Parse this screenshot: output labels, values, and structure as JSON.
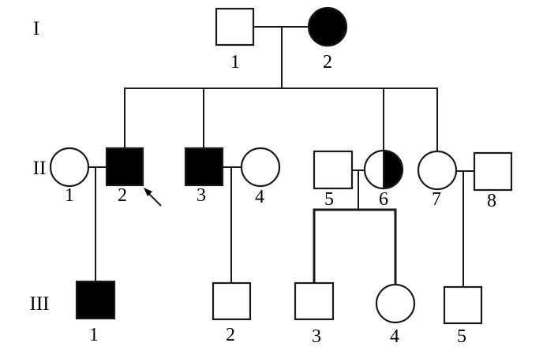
{
  "diagram": {
    "type": "pedigree-chart",
    "colors": {
      "affected": "#000000",
      "unaffected": "#ffffff",
      "line": "#1a1a1a"
    },
    "generations": [
      {
        "label": "I"
      },
      {
        "label": "II"
      },
      {
        "label": "III"
      }
    ],
    "individuals": {
      "I-1": {
        "number": "1",
        "sex": "male",
        "status": "unaffected"
      },
      "I-2": {
        "number": "2",
        "sex": "female",
        "status": "affected"
      },
      "II-1": {
        "number": "1",
        "sex": "female",
        "status": "unaffected"
      },
      "II-2": {
        "number": "2",
        "sex": "male",
        "status": "affected",
        "proband": true
      },
      "II-3": {
        "number": "3",
        "sex": "male",
        "status": "affected"
      },
      "II-4": {
        "number": "4",
        "sex": "female",
        "status": "unaffected"
      },
      "II-5": {
        "number": "5",
        "sex": "male",
        "status": "unaffected"
      },
      "II-6": {
        "number": "6",
        "sex": "female",
        "status": "half-shaded (carrier/partially affected)"
      },
      "II-7": {
        "number": "7",
        "sex": "female",
        "status": "unaffected"
      },
      "II-8": {
        "number": "8",
        "sex": "male",
        "status": "unaffected"
      },
      "III-1": {
        "number": "1",
        "sex": "male",
        "status": "affected"
      },
      "III-2": {
        "number": "2",
        "sex": "male",
        "status": "unaffected"
      },
      "III-3": {
        "number": "3",
        "sex": "male",
        "status": "unaffected"
      },
      "III-4": {
        "number": "4",
        "sex": "female",
        "status": "unaffected"
      },
      "III-5": {
        "number": "5",
        "sex": "male",
        "status": "unaffected"
      }
    },
    "matings": [
      {
        "partners": [
          "I-1",
          "I-2"
        ],
        "children": [
          "II-2",
          "II-3",
          "II-6",
          "II-7"
        ]
      },
      {
        "partners": [
          "II-1",
          "II-2"
        ],
        "children": [
          "III-1"
        ]
      },
      {
        "partners": [
          "II-3",
          "II-4"
        ],
        "children": [
          "III-2"
        ]
      },
      {
        "partners": [
          "II-5",
          "II-6"
        ],
        "children": [
          "III-3",
          "III-4"
        ]
      },
      {
        "partners": [
          "II-7",
          "II-8"
        ],
        "children": [
          "III-5"
        ]
      }
    ],
    "proband_marker": "arrow-icon pointing to II-2"
  }
}
